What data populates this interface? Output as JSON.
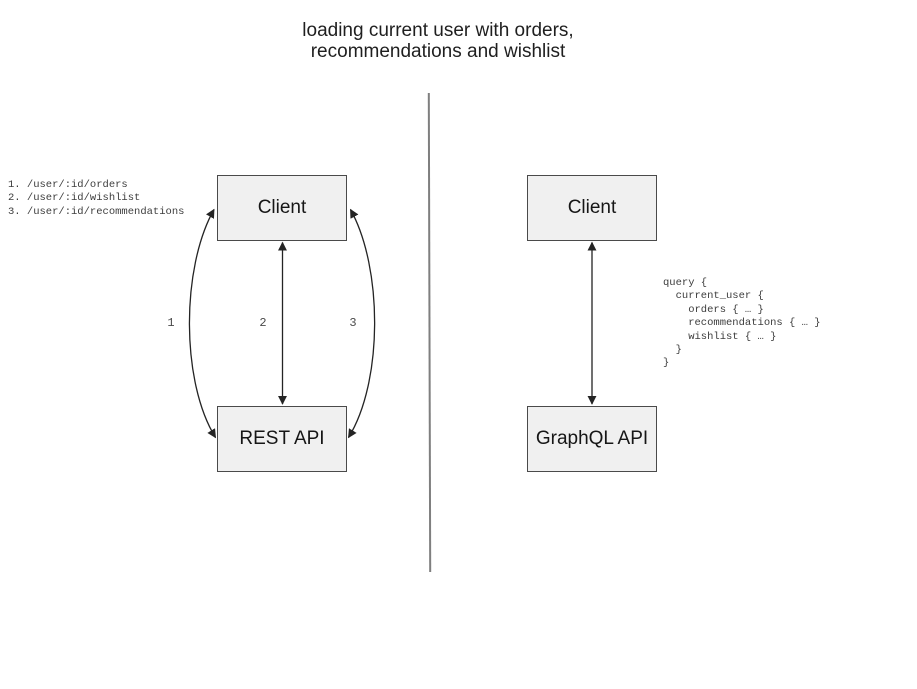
{
  "title": {
    "line1": "loading current user with orders,",
    "line2": "recommendations and wishlist"
  },
  "rest_panel": {
    "endpoints": [
      "1. /user/:id/orders",
      "2. /user/:id/wishlist",
      "3. /user/:id/recommendations"
    ],
    "client_label": "Client",
    "api_label": "REST API",
    "arrow_labels": [
      "1",
      "2",
      "3"
    ]
  },
  "graphql_panel": {
    "client_label": "Client",
    "api_label": "GraphQL API",
    "query_lines": [
      "query {",
      "  current_user {",
      "    orders { … }",
      "    recommendations { … }",
      "    wishlist { … }",
      "  }",
      "}"
    ]
  },
  "colors": {
    "box_fill": "#f0f0f0",
    "box_border": "#4a4a4a",
    "arrow": "#242424",
    "divider": "#7f7f7f",
    "code_text": "#3d3d3d",
    "title_text": "#1f1f1f"
  }
}
